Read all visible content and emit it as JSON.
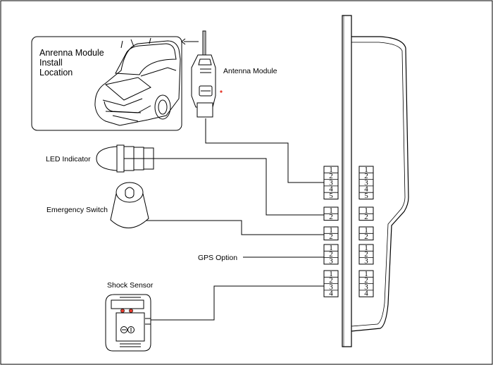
{
  "inset": {
    "title_lines": [
      "Anrenna Module",
      "Install",
      "Location"
    ]
  },
  "labels": {
    "antenna_module": "Antenna Module",
    "led_indicator": "LED Indicator",
    "emergency_switch": "Emergency Switch",
    "gps_option": "GPS Option",
    "shock_sensor": "Shock Sensor"
  },
  "connectors": [
    {
      "id": "antenna",
      "pins": [
        "1",
        "2",
        "3",
        "4",
        "5"
      ]
    },
    {
      "id": "led",
      "pins": [
        "1",
        "2"
      ]
    },
    {
      "id": "switch",
      "pins": [
        "1",
        "2"
      ]
    },
    {
      "id": "gps",
      "pins": [
        "1",
        "2",
        "3"
      ]
    },
    {
      "id": "shock",
      "pins": [
        "1",
        "2",
        "3",
        "4"
      ]
    }
  ],
  "colors": {
    "line": "#000000",
    "led_red": "#e63c2e"
  }
}
